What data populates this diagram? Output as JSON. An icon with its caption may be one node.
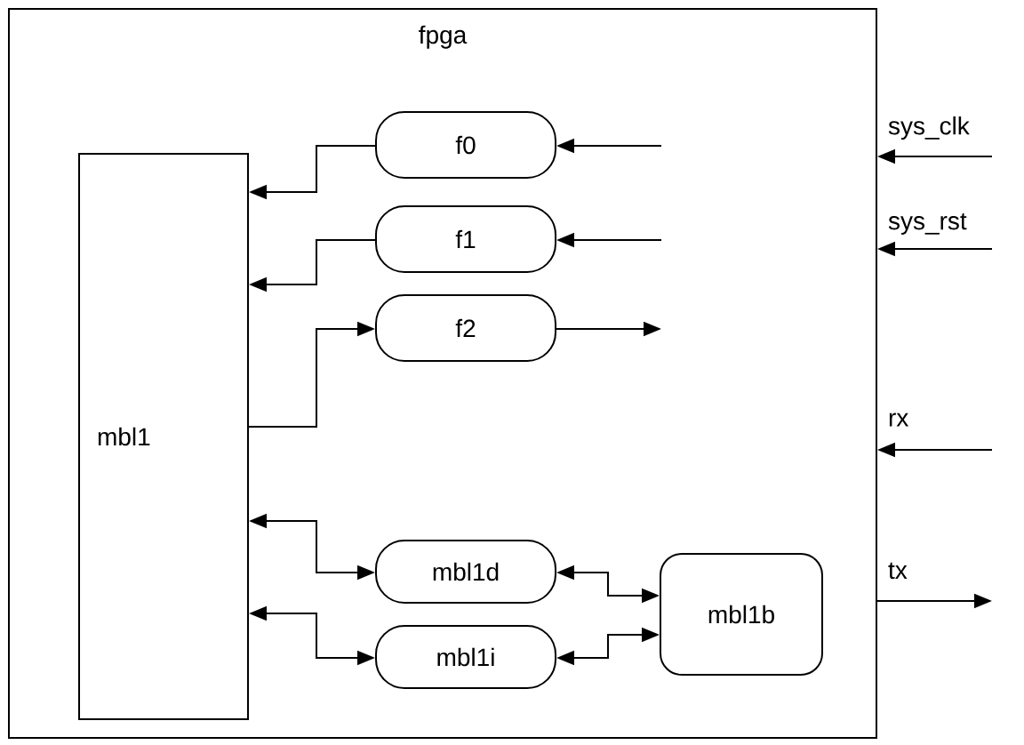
{
  "diagram": {
    "nodes": [
      {
        "text": [
          "fpga"
        ]
      },
      {
        "text": [
          "mbl1"
        ],
        "in": 0
      },
      {
        "text": [
          "f0"
        ],
        "in": 0
      },
      {
        "text": [
          "f1"
        ],
        "in": 0
      },
      {
        "text": [
          "f2"
        ],
        "in": 0
      },
      {
        "text": [
          "mbl1d"
        ],
        "in": 0
      },
      {
        "text": [
          "mbl1i"
        ],
        "in": 0
      },
      {
        "text": [
          "mbl1b"
        ],
        "in": 0
      }
    ],
    "edges": [
      {
        "from": null,
        "to": 2,
        "arrow": "to"
      },
      {
        "from": 2,
        "to": 1,
        "arrow": "to"
      },
      {
        "from": null,
        "to": 3,
        "arrow": "to"
      },
      {
        "from": 3,
        "to": 1,
        "arrow": "to"
      },
      {
        "from": 1,
        "to": 4,
        "arrow": "to"
      },
      {
        "from": 4,
        "to": null,
        "arrow": "to"
      },
      {
        "from": 1,
        "to": 5,
        "arrow": "both"
      },
      {
        "from": 1,
        "to": 6,
        "arrow": "both"
      },
      {
        "from": 5,
        "to": 7,
        "arrow": "both"
      },
      {
        "from": 6,
        "to": 7,
        "arrow": "both"
      },
      {
        "from": null,
        "to": 0,
        "arrow": "to"
      },
      {
        "from": null,
        "to": 0,
        "arrow": "to"
      },
      {
        "from": null,
        "to": 0,
        "arrow": "to"
      },
      {
        "from": 0,
        "to": null,
        "arrow": "to"
      }
    ],
    "labels": [
      "sys_clk",
      "sys_rst",
      "rx",
      "tx"
    ]
  }
}
